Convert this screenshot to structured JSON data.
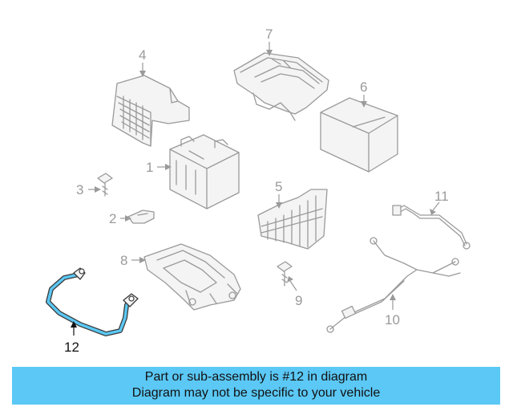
{
  "callouts": {
    "c1": "1",
    "c2": "2",
    "c3": "3",
    "c4": "4",
    "c5": "5",
    "c6": "6",
    "c7": "7",
    "c8": "8",
    "c9": "9",
    "c10": "10",
    "c11": "11",
    "c12": "12"
  },
  "highlight_part": "12",
  "colors": {
    "highlight": "#5bc8f5",
    "linework": "#9a9a9a",
    "banner": "#5bc8f5"
  },
  "banner": {
    "line1": "Part or sub-assembly is #12 in diagram",
    "line2": "Diagram may not be specific to your vehicle"
  }
}
